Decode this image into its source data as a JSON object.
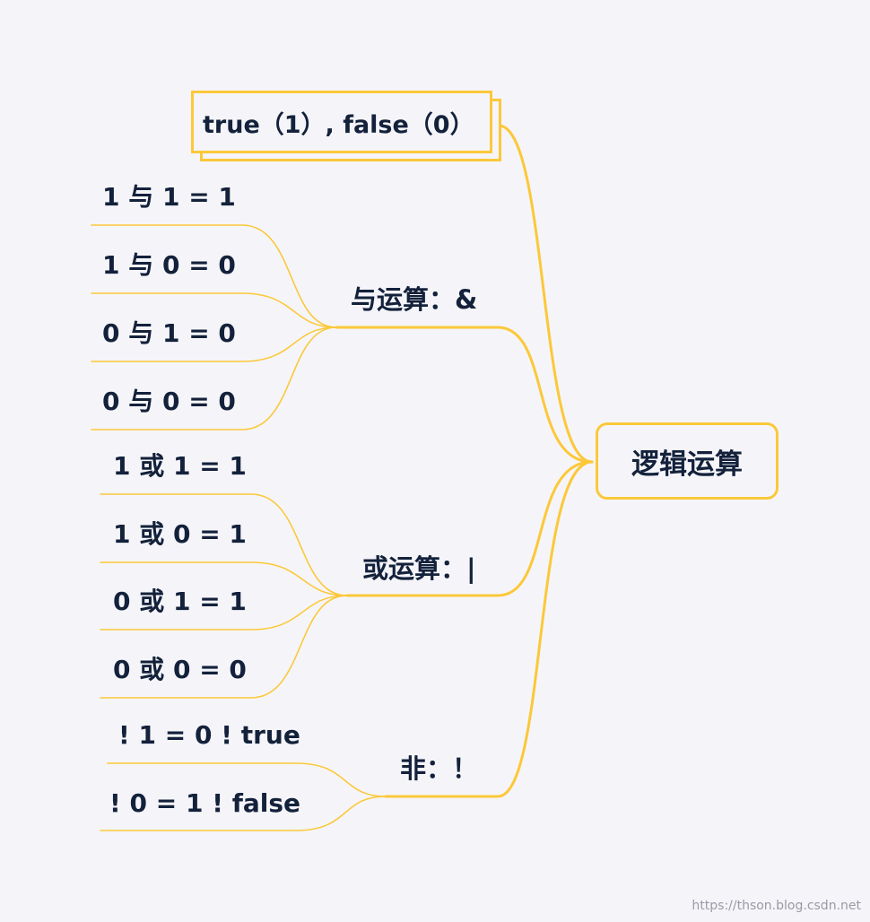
{
  "root": {
    "label": "逻辑运算"
  },
  "top_note": {
    "label": "true（1）, false（0）"
  },
  "branches": [
    {
      "label": "与运算：&",
      "leaves": [
        "1 与 1 = 1",
        "1 与 0 = 0",
        "0 与 1 = 0",
        "0 与 0 = 0"
      ]
    },
    {
      "label": "或运算：|",
      "leaves": [
        "1 或 1 = 1",
        "1 或 0 = 1",
        "0 或 1 = 1",
        "0 或 0 = 0"
      ]
    },
    {
      "label": "非：！",
      "leaves": [
        "! 1 = 0 ! true",
        "! 0 = 1 ! false"
      ]
    }
  ],
  "watermark": "https://thson.blog.csdn.net",
  "colors": {
    "line": "#fcc83a",
    "text": "#13213b",
    "background": "#f5f5f9"
  }
}
